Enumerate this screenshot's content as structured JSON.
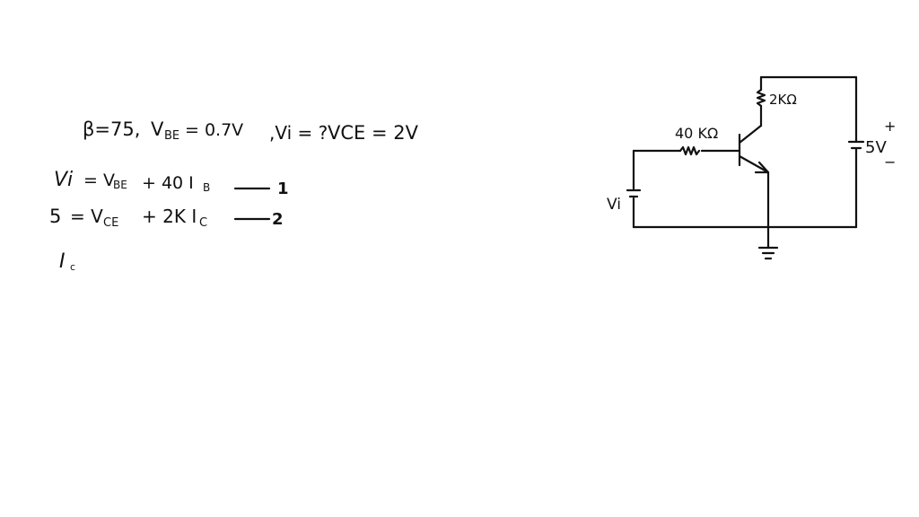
{
  "given": {
    "beta": "β=75,",
    "vbe": "V",
    "vbe_sub": "BE",
    "vbe_value": "= 0.7V",
    "vi_unknown": ",Vi = ?",
    "vce": "VCE = 2V"
  },
  "equations": [
    {
      "lhs": "Vi",
      "rhs_a": "= V",
      "rhs_a_sub": "BE",
      "rhs_b": "+ 40 I",
      "rhs_b_sub": "B",
      "marker": "1"
    },
    {
      "lhs": "5",
      "rhs_a": "= V",
      "rhs_a_sub": "CE",
      "rhs_b": "+ 2K I",
      "rhs_b_sub": "C",
      "marker": "2"
    }
  ],
  "partial": {
    "symbol": "I",
    "sub": "c"
  },
  "circuit": {
    "rb_label": "40 KΩ",
    "rc_label": "2KΩ",
    "vcc_label": "5V",
    "vcc_plus": "+",
    "vcc_minus": "−",
    "vi_label": "Vi"
  }
}
